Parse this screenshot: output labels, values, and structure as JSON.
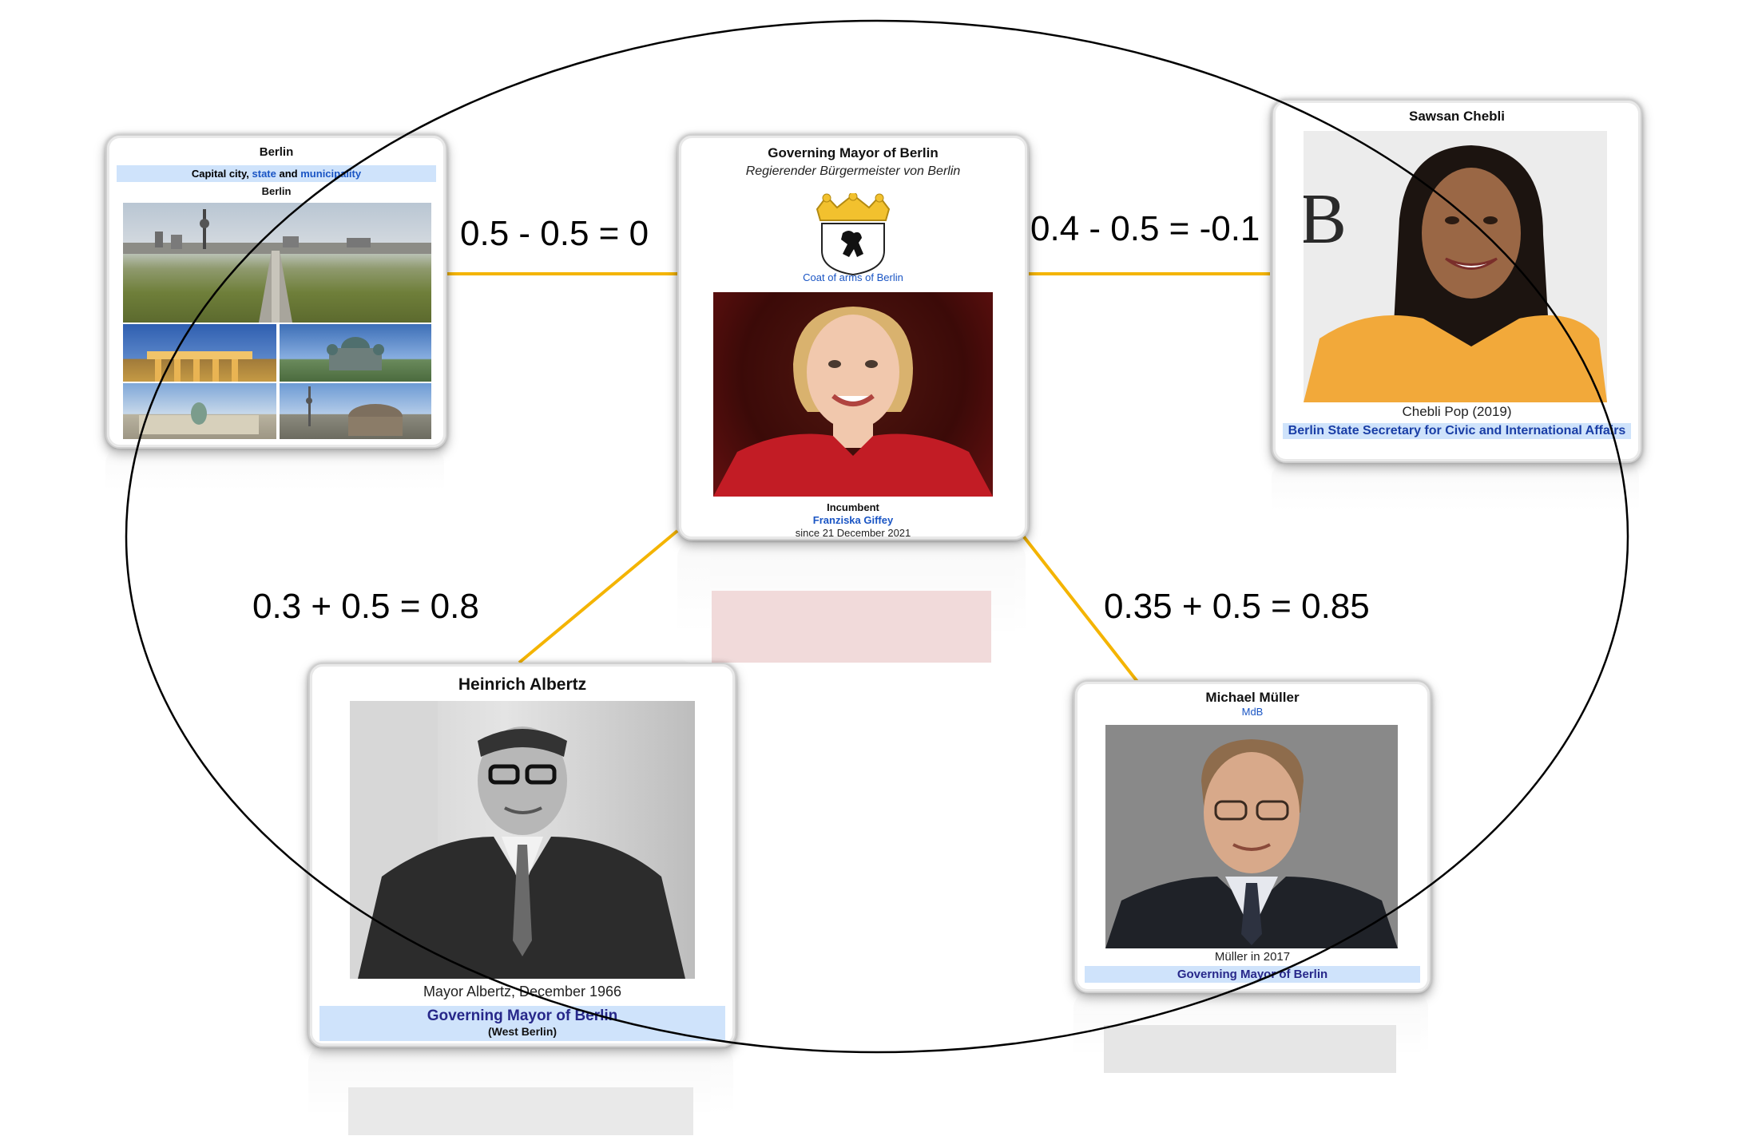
{
  "edge_labels": {
    "berlin": "0.5 - 0.5 = 0",
    "chebli": "0.4 - 0.5 = -0.1",
    "albertz": "0.3 + 0.5 = 0.8",
    "mueller": "0.35 + 0.5 = 0.85"
  },
  "berlin_card": {
    "title": "Berlin",
    "subtitle_1": "Capital city,",
    "subtitle_state": "state",
    "subtitle_and": "and",
    "subtitle_muni": "municipality",
    "name": "Berlin"
  },
  "center_card": {
    "title": "Governing Mayor of Berlin",
    "german": "Regierender Bürgermeister von Berlin",
    "coat_caption": "Coat of arms of Berlin",
    "incumbent": "Incumbent",
    "name": "Franziska Giffey",
    "since": "since 21 December 2021"
  },
  "chebli_card": {
    "title": "Sawsan Chebli",
    "caption": "Chebli Pop (2019)",
    "role": "Berlin State Secretary for Civic and International Affairs"
  },
  "albertz_card": {
    "title": "Heinrich Albertz",
    "caption": "Mayor Albertz, December 1966",
    "role": "Governing Mayor of Berlin",
    "role_sub": "(West Berlin)"
  },
  "mueller_card": {
    "title": "Michael Müller",
    "subtitle": "MdB",
    "caption": "Müller in 2017",
    "role": "Governing Mayor of Berlin"
  },
  "colors": {
    "edge": "#f4b400",
    "ellipse": "#000000",
    "link": "#1a55c4"
  }
}
